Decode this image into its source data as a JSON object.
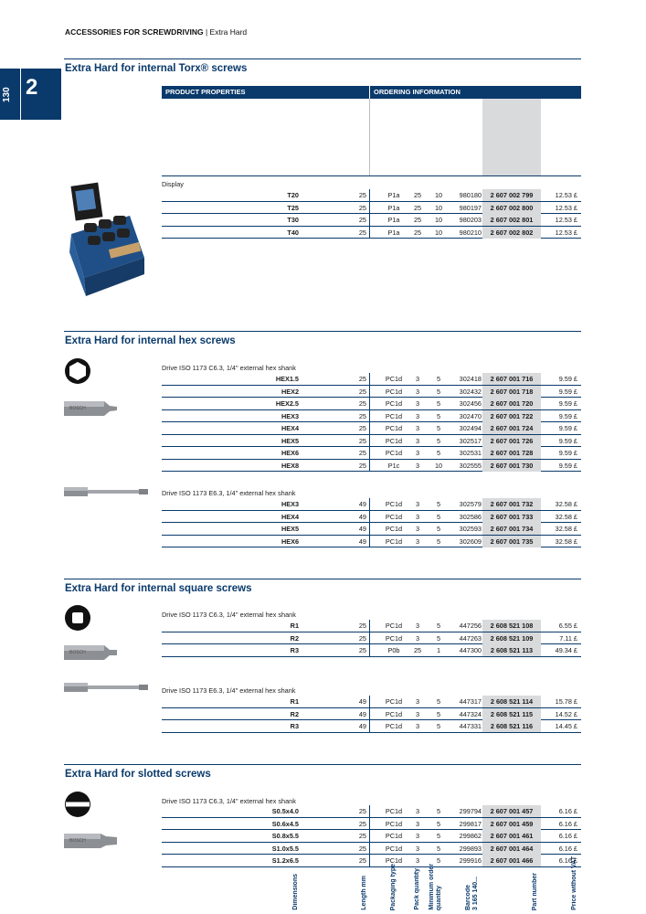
{
  "running_header": {
    "bold": "ACCESSORIES FOR SCREWDRIVING",
    "rest": " | Extra Hard"
  },
  "page_number": "130",
  "chapter_number": "2",
  "table_header": {
    "product_properties": "PRODUCT PROPERTIES",
    "ordering_information": "ORDERING INFORMATION"
  },
  "columns": {
    "dimensions": "Dimensions",
    "length": "Length mm",
    "packaging": "Packaging type",
    "pack_qty": "Pack quantity",
    "min_order": [
      "Minimum order",
      "quantity"
    ],
    "barcode": [
      "Barcode",
      "3 165 140..."
    ],
    "part_number": "Part number",
    "price": "Price without VAT"
  },
  "sections": [
    {
      "title": "Extra Hard for internal Torx® screws",
      "groups": [
        {
          "label": "Display",
          "rows": [
            [
              "T20",
              "25",
              "P1a",
              "25",
              "10",
              "980180",
              "2 607 002 799",
              "12.53 £"
            ],
            [
              "T25",
              "25",
              "P1a",
              "25",
              "10",
              "980197",
              "2 607 002 800",
              "12.53 £"
            ],
            [
              "T30",
              "25",
              "P1a",
              "25",
              "10",
              "980203",
              "2 607 002 801",
              "12.53 £"
            ],
            [
              "T40",
              "25",
              "P1a",
              "25",
              "10",
              "980210",
              "2 607 002 802",
              "12.53 £"
            ]
          ]
        }
      ]
    },
    {
      "title": "Extra Hard for internal hex screws",
      "groups": [
        {
          "label": "Drive ISO 1173 C6.3, 1/4\" external hex shank",
          "rows": [
            [
              "HEX1.5",
              "25",
              "PC1d",
              "3",
              "5",
              "302418",
              "2 607 001 716",
              "9.59 £"
            ],
            [
              "HEX2",
              "25",
              "PC1d",
              "3",
              "5",
              "302432",
              "2 607 001 718",
              "9.59 £"
            ],
            [
              "HEX2.5",
              "25",
              "PC1d",
              "3",
              "5",
              "302456",
              "2 607 001 720",
              "9.59 £"
            ],
            [
              "HEX3",
              "25",
              "PC1d",
              "3",
              "5",
              "302470",
              "2 607 001 722",
              "9.59 £"
            ],
            [
              "HEX4",
              "25",
              "PC1d",
              "3",
              "5",
              "302494",
              "2 607 001 724",
              "9.59 £"
            ],
            [
              "HEX5",
              "25",
              "PC1d",
              "3",
              "5",
              "302517",
              "2 607 001 726",
              "9.59 £"
            ],
            [
              "HEX6",
              "25",
              "PC1d",
              "3",
              "5",
              "302531",
              "2 607 001 728",
              "9.59 £"
            ],
            [
              "HEX8",
              "25",
              "P1c",
              "3",
              "10",
              "302555",
              "2 607 001 730",
              "9.59 £"
            ]
          ]
        },
        {
          "label": "Drive ISO 1173 E6.3, 1/4\" external hex shank",
          "rows": [
            [
              "HEX3",
              "49",
              "PC1d",
              "3",
              "5",
              "302579",
              "2 607 001 732",
              "32.58 £"
            ],
            [
              "HEX4",
              "49",
              "PC1d",
              "3",
              "5",
              "302586",
              "2 607 001 733",
              "32.58 £"
            ],
            [
              "HEX5",
              "49",
              "PC1d",
              "3",
              "5",
              "302593",
              "2 607 001 734",
              "32.58 £"
            ],
            [
              "HEX6",
              "49",
              "PC1d",
              "3",
              "5",
              "302609",
              "2 607 001 735",
              "32.58 £"
            ]
          ]
        }
      ]
    },
    {
      "title": "Extra Hard for internal square screws",
      "groups": [
        {
          "label": "Drive ISO 1173 C6.3, 1/4\" external hex shank",
          "rows": [
            [
              "R1",
              "25",
              "PC1d",
              "3",
              "5",
              "447256",
              "2 608 521 108",
              "6.55 £"
            ],
            [
              "R2",
              "25",
              "PC1d",
              "3",
              "5",
              "447263",
              "2 608 521 109",
              "7.11 £"
            ],
            [
              "R3",
              "25",
              "P0b",
              "25",
              "1",
              "447300",
              "2 608 521 113",
              "49.34 £"
            ]
          ]
        },
        {
          "label": "Drive ISO 1173 E6.3, 1/4\" external hex shank",
          "rows": [
            [
              "R1",
              "49",
              "PC1d",
              "3",
              "5",
              "447317",
              "2 608 521 114",
              "15.78 £"
            ],
            [
              "R2",
              "49",
              "PC1d",
              "3",
              "5",
              "447324",
              "2 608 521 115",
              "14.52 £"
            ],
            [
              "R3",
              "49",
              "PC1d",
              "3",
              "5",
              "447331",
              "2 608 521 116",
              "14.45 £"
            ]
          ]
        }
      ]
    },
    {
      "title": "Extra Hard for slotted screws",
      "groups": [
        {
          "label": "Drive ISO 1173 C6.3, 1/4\" external hex shank",
          "rows": [
            [
              "S0.5x4.0",
              "25",
              "PC1d",
              "3",
              "5",
              "299794",
              "2 607 001 457",
              "6.16 £"
            ],
            [
              "S0.6x4.5",
              "25",
              "PC1d",
              "3",
              "5",
              "299817",
              "2 607 001 459",
              "6.16 £"
            ],
            [
              "S0.8x5.5",
              "25",
              "PC1d",
              "3",
              "5",
              "299862",
              "2 607 001 461",
              "6.16 £"
            ],
            [
              "S1.0x5.5",
              "25",
              "PC1d",
              "3",
              "5",
              "299893",
              "2 607 001 464",
              "6.16 £"
            ],
            [
              "S1.2x6.5",
              "25",
              "PC1d",
              "3",
              "5",
              "299916",
              "2 607 001 466",
              "6.16 £"
            ]
          ]
        }
      ]
    }
  ],
  "icon_names": [
    "torx-display-image",
    "hex-socket-icon",
    "hex-bit-25mm-image",
    "hex-bit-49mm-image",
    "square-socket-icon",
    "square-bit-25mm-image",
    "square-bit-49mm-image",
    "slot-icon",
    "slotted-bit-image"
  ]
}
